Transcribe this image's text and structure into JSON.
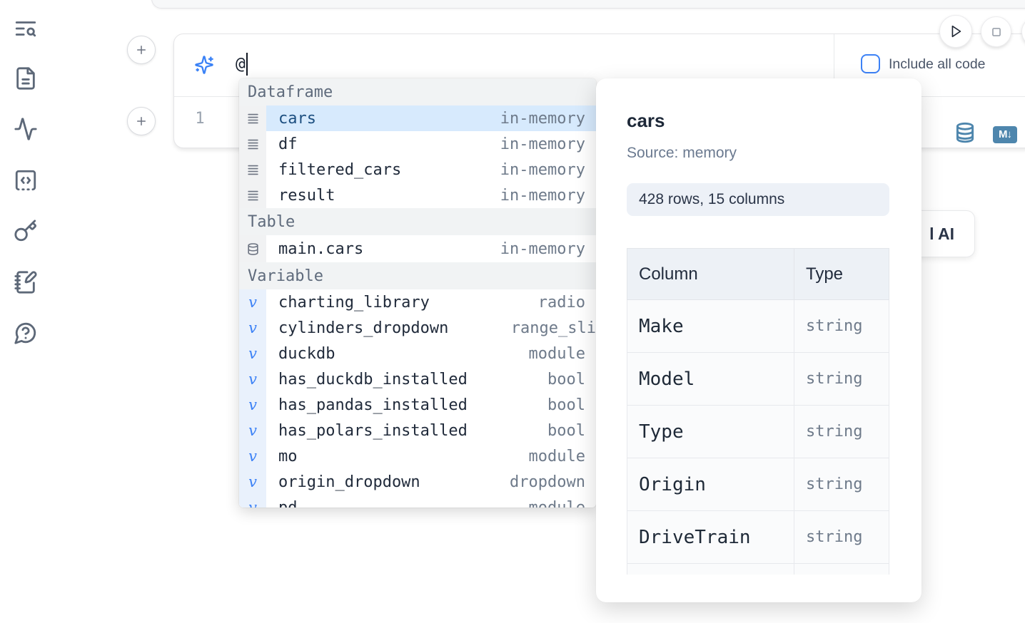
{
  "sidebar": {
    "icons": [
      {
        "name": "list-search"
      },
      {
        "name": "file-text"
      },
      {
        "name": "activity"
      },
      {
        "name": "code-snippet"
      },
      {
        "name": "key"
      },
      {
        "name": "notebook-pen"
      },
      {
        "name": "help-chat"
      }
    ]
  },
  "cell": {
    "prompt": {
      "value": "@",
      "include_all_code_label": "Include all code"
    },
    "editor": {
      "line_number": "1"
    },
    "output_icons": {
      "markdown_badge": "M↓"
    }
  },
  "ai_button": {
    "label": "l AI"
  },
  "autocomplete": {
    "sections": [
      {
        "label": "Dataframe",
        "items": [
          {
            "icon": "rows",
            "name": "cars",
            "type": "in-memory",
            "selected": true
          },
          {
            "icon": "rows",
            "name": "df",
            "type": "in-memory"
          },
          {
            "icon": "rows",
            "name": "filtered_cars",
            "type": "in-memory"
          },
          {
            "icon": "rows",
            "name": "result",
            "type": "in-memory"
          }
        ]
      },
      {
        "label": "Table",
        "items": [
          {
            "icon": "database",
            "name": "main.cars",
            "type": "in-memory",
            "tall": true
          }
        ]
      },
      {
        "label": "Variable",
        "items": [
          {
            "icon": "variable",
            "name": "charting_library",
            "type": "radio"
          },
          {
            "icon": "variable",
            "name": "cylinders_dropdown",
            "type": "range_sli",
            "flush": true
          },
          {
            "icon": "variable",
            "name": "duckdb",
            "type": "module"
          },
          {
            "icon": "variable",
            "name": "has_duckdb_installed",
            "type": "bool"
          },
          {
            "icon": "variable",
            "name": "has_pandas_installed",
            "type": "bool"
          },
          {
            "icon": "variable",
            "name": "has_polars_installed",
            "type": "bool"
          },
          {
            "icon": "variable",
            "name": "mo",
            "type": "module"
          },
          {
            "icon": "variable",
            "name": "origin_dropdown",
            "type": "dropdown"
          },
          {
            "icon": "variable",
            "name": "pd",
            "type": "module",
            "partial": true
          }
        ]
      }
    ]
  },
  "preview": {
    "title": "cars",
    "source_label": "Source: memory",
    "shape_badge": "428 rows, 15 columns",
    "table": {
      "headers": [
        "Column",
        "Type"
      ],
      "rows": [
        [
          "Make",
          "string"
        ],
        [
          "Model",
          "string"
        ],
        [
          "Type",
          "string"
        ],
        [
          "Origin",
          "string"
        ],
        [
          "DriveTrain",
          "string"
        ],
        [
          "",
          ""
        ]
      ]
    }
  }
}
